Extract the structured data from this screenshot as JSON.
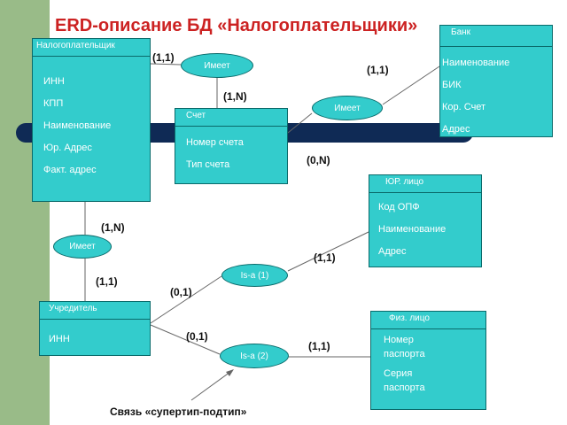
{
  "title": "ERD-описание БД «Налогоплательщики»",
  "entities": {
    "taxpayer": {
      "name": "Налогоплательщик",
      "attrs": [
        "ИНН",
        "КПП",
        "Наименование",
        "Юр. Адрес",
        "Факт. адрес"
      ]
    },
    "account": {
      "name": "Счет",
      "attrs": [
        "Номер счета",
        "Тип счета"
      ]
    },
    "bank": {
      "name": "Банк",
      "attrs": [
        "Наименование",
        "БИК",
        "Кор. Счет",
        "Адрес"
      ]
    },
    "legal": {
      "name": "ЮР. лицо",
      "attrs": [
        "Код ОПФ",
        "Наименование",
        "Адрес"
      ]
    },
    "founder": {
      "name": "Учредитель",
      "attrs": [
        "ИНН"
      ]
    },
    "natural": {
      "name": "Физ. лицо",
      "attrs": [
        "Номер паспорта",
        "Серия паспорта"
      ]
    }
  },
  "relations": {
    "has_account": "Имеет",
    "bank_has": "Имеет",
    "has_founder": "Имеет",
    "isa1": "Is-a (1)",
    "isa2": "Is-a (2)"
  },
  "cardinalities": {
    "c1": "(1,1)",
    "c2": "(1,N)",
    "c3": "(1,1)",
    "c4": "(0,N)",
    "c5": "(1,N)",
    "c6": "(1,1)",
    "c7": "(0,1)",
    "c8": "(1,1)",
    "c9": "(0,1)",
    "c10": "(1,1)"
  },
  "caption": "Связь «супертип-подтип»",
  "colors": {
    "entity_fill": "#33cccc",
    "title": "#cc2222",
    "side_bar": "#99bb88",
    "band": "#0f2a55"
  }
}
